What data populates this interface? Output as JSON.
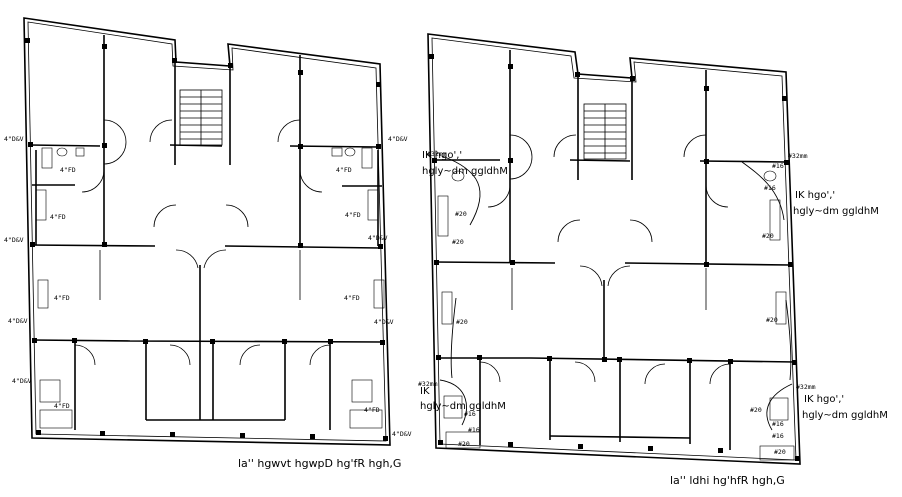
{
  "left_plan": {
    "caption": "la'' hgwvt hgwpD hg'fR hgh,G",
    "labels": {
      "dv_top_left": "4\"D&V",
      "fd_top_left": "4\"FD",
      "dv_top_right": "4\"D&V",
      "fd_top_right": "4\"FD",
      "fd_mid_left": "4\"FD",
      "dv_mid_left": "4\"D&V",
      "fd_mid_right": "4\"FD",
      "dv_mid_right": "4\"D&V",
      "fd_low_left": "4\"FD",
      "dv_low_left": "4\"D&V",
      "fd_low_right": "4\"FD",
      "dv_low_right": "4\"D&V",
      "dv_bot_left": "4\"D&V",
      "fd_bot_left": "4\"FD",
      "fd_bot_right": "4\"FD",
      "dv_bot_right": "4\"D&V"
    }
  },
  "right_plan": {
    "caption": "la'' ldhi hg'hfR hgh,G",
    "notes": {
      "top_left_1": "IK hgo',' ",
      "top_left_2": "hgly~dm ggldhM",
      "top_right_1": "IK hgo','",
      "top_right_2": "hgly~dm ggldhM",
      "bot_left_1": "IK",
      "bot_left_2": "hgly~dm ggldhM",
      "bot_right_1": "IK hgo','",
      "bot_right_2": "hgly~dm ggldhM"
    },
    "pipe_labels": {
      "p32_tl": "#32mm",
      "p32_tr": "#32mm",
      "p32_bl": "#32mm",
      "p32_br": "#32mm",
      "p20_a": "#20",
      "p20_b": "#20",
      "p20_c": "#20",
      "p20_d": "#20",
      "p20_e": "#20",
      "p20_f": "#20",
      "p20_g": "#20",
      "p20_h": "#20",
      "p16_a": "#16",
      "p16_b": "#16",
      "p16_c": "#16",
      "p16_d": "#16",
      "p16_e": "#16",
      "p16_f": "#16"
    }
  }
}
